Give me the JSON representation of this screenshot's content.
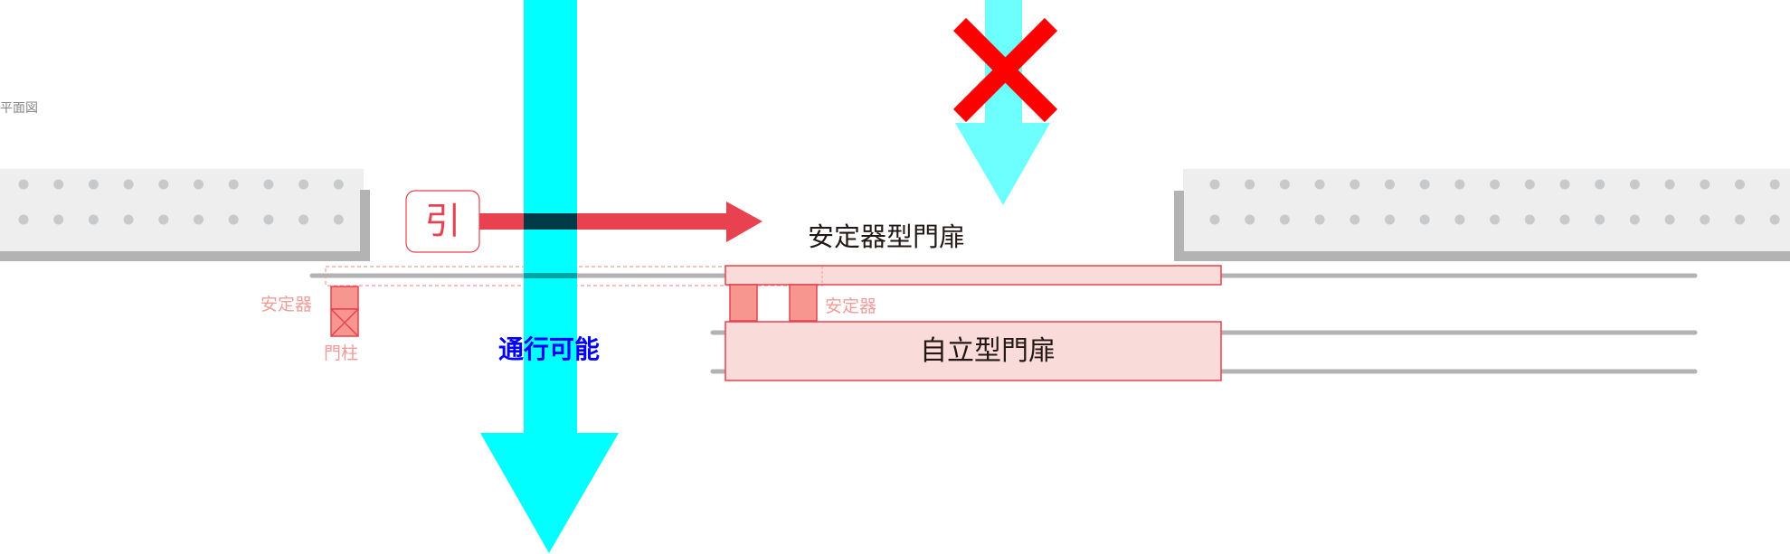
{
  "diagram": {
    "view_label": "平面図",
    "pull_label": "引",
    "stabilizer_gate_label": "安定器型門扉",
    "freestanding_gate_label": "自立型門扉",
    "stabilizer_label_left": "安定器",
    "stabilizer_label_right": "安定器",
    "post_label": "門柱",
    "passable_label": "通行可能",
    "blocked_mark": "cross-icon"
  },
  "colors": {
    "wall_fill": "#eeeeee",
    "wall_edge": "#b3b3b3",
    "dot": "#c8c9ca",
    "rail": "#b3b3b3",
    "gate_fill": "#f9dbd9",
    "gate_stroke": "#e8414f",
    "stabilizer_fill": "#f6968f",
    "pull_arrow": "#e8414f",
    "passable_arrow": "#00ffff",
    "blocked_arrow": "#6dfffe",
    "cross": "#ff0000",
    "passable_text": "#0000ff",
    "label_pink": "#f29c9a",
    "label_dark": "#231815",
    "label_gray": "#888888"
  }
}
